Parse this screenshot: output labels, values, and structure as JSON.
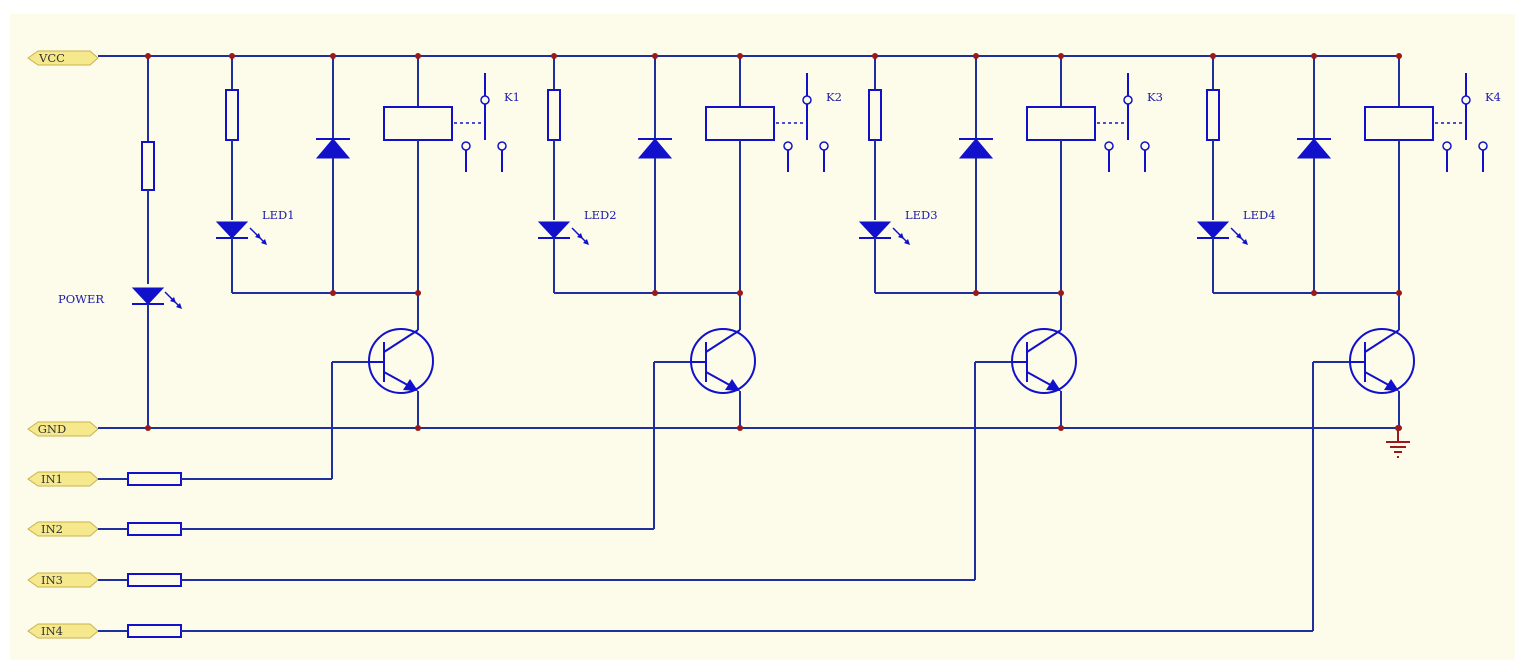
{
  "colors": {
    "wire": "#1f2f9e",
    "component": "#1111cc",
    "junction": "#9a1a1a",
    "port_fill": "#f6e88d",
    "port_stroke": "#c9b24a",
    "ground": "#9a1a1a",
    "background": "#fdfbe9"
  },
  "ports": {
    "vcc": "VCC",
    "gnd": "GND",
    "in1": "IN1",
    "in2": "IN2",
    "in3": "IN3",
    "in4": "IN4"
  },
  "labels": {
    "power": "POWER"
  },
  "channels": [
    {
      "led": "LED1",
      "relay": "K1"
    },
    {
      "led": "LED2",
      "relay": "K2"
    },
    {
      "led": "LED3",
      "relay": "K3"
    },
    {
      "led": "LED4",
      "relay": "K4"
    }
  ]
}
